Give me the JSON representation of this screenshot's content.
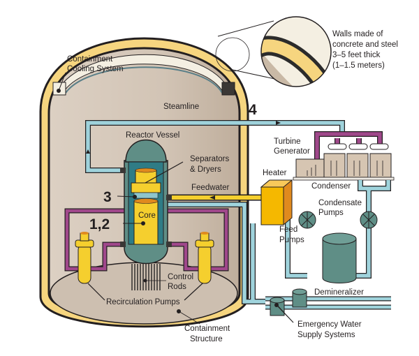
{
  "diagram": {
    "title": "Boiling Water Reactor",
    "labels": {
      "walls_note": [
        "Walls made of",
        "concrete and steel",
        "3–5 feet thick",
        "(1–1.5 meters)"
      ],
      "containment_cooling": [
        "Containment",
        "Cooling System"
      ],
      "steamline": "Steamline",
      "reactor_vessel": "Reactor Vessel",
      "separators": [
        "Separators",
        "& Dryers"
      ],
      "feedwater": "Feedwater",
      "core": "Core",
      "turbine_generator": [
        "Turbine",
        "Generator"
      ],
      "heater": "Heater",
      "condenser": "Condenser",
      "condensate_pumps": [
        "Condensate",
        "Pumps"
      ],
      "feed_pumps": [
        "Feed",
        "Pumps"
      ],
      "demineralizer": "Demineralizer",
      "control_rods": [
        "Control",
        "Rods"
      ],
      "recirculation_pumps": "Recirculation Pumps",
      "containment_structure": [
        "Containment",
        "Structure"
      ],
      "emergency_water": [
        "Emergency Water",
        "Supply Systems"
      ]
    },
    "markers": {
      "m4": "4",
      "m3": "3",
      "m12": "1,2"
    },
    "colors": {
      "containment_wall": "#f6d57f",
      "containment_interior": "#d6c9bb",
      "vessel": "#5f8e86",
      "core": "#f5cf2e",
      "water_pipe": "#9fd3dc",
      "steam_pipe": "#a0488b",
      "heater": "#f5b800",
      "outline": "#231f20"
    }
  }
}
